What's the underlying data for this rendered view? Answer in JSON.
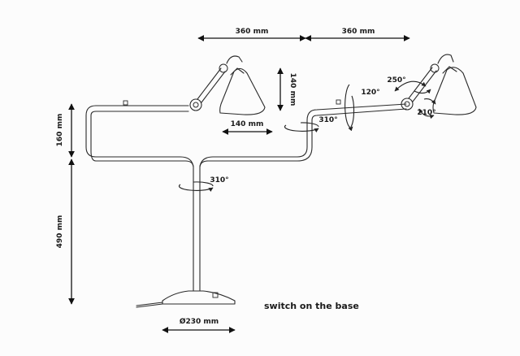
{
  "dimensions": {
    "arm_left_width": "360 mm",
    "arm_right_width": "360 mm",
    "shade_height": "140 mm",
    "shade_width": "140 mm",
    "upper_height": "160 mm",
    "lower_height": "490 mm",
    "base_diameter": "Ø230 mm"
  },
  "angles": {
    "stem_rotation": "310°",
    "mid_rotation": "310°",
    "arm_pivot": "120°",
    "head_tilt": "250°",
    "head_swivel": "210°"
  },
  "notes": {
    "switch": "switch on the base"
  },
  "colors": {
    "line": "#2a2a2a",
    "dimension": "#111111",
    "background": "#fcfcfc"
  }
}
